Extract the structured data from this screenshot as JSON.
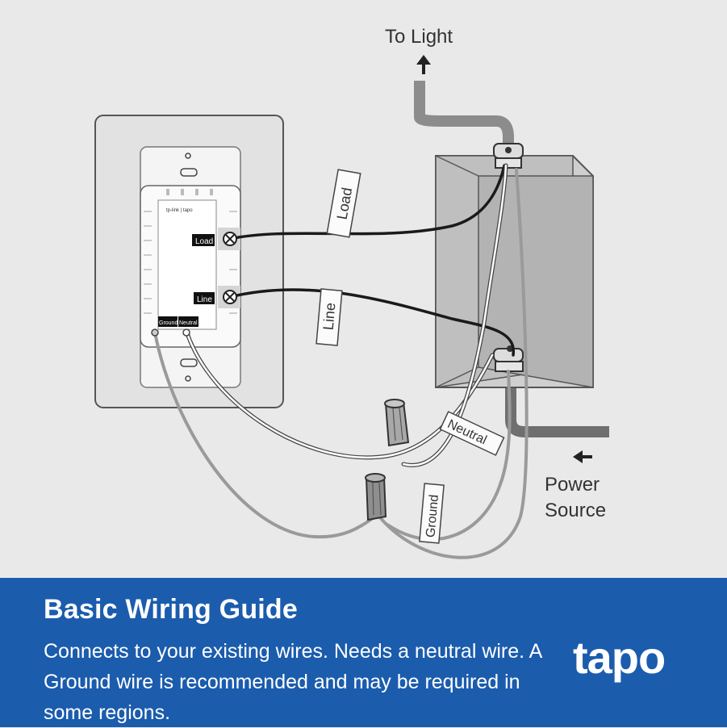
{
  "diagram": {
    "to_light": "To Light",
    "power_source_line1": "Power",
    "power_source_line2": "Source",
    "load_tag": "Load",
    "line_tag": "Line",
    "neutral_tag": "Neutral",
    "ground_tag": "Ground",
    "terminal_load": "Load",
    "terminal_line": "Line",
    "terminal_ground": "Ground",
    "terminal_neutral": "Neutral",
    "device_logo": "tp-link | tapo"
  },
  "banner": {
    "title": "Basic Wiring Guide",
    "description": "Connects to your existing wires. Needs a neutral wire. A Ground wire is recommended and may be required in some regions.",
    "brand": "tapo",
    "background_color": "#1b5cad"
  }
}
